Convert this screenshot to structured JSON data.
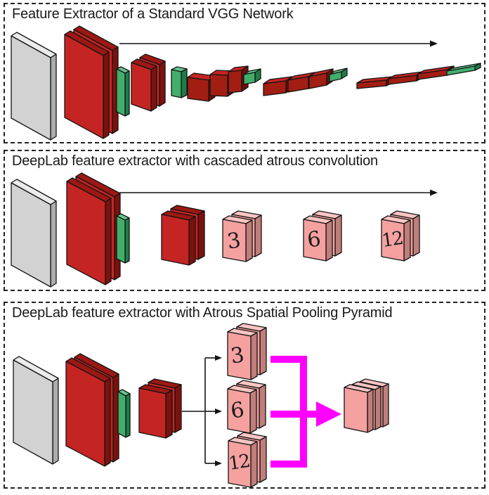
{
  "panel1": {
    "title": "Feature Extractor of a Standard VGG Network"
  },
  "panel2": {
    "title": "DeepLab feature extractor with cascaded atrous convolution",
    "atrous_rates": {
      "r1": "3",
      "r2": "6",
      "r3": "12"
    }
  },
  "panel3": {
    "title": "DeepLab feature extractor with Atrous Spatial Pooling Pyramid",
    "atrous_rates": {
      "r1": "3",
      "r2": "6",
      "r3": "12"
    }
  },
  "colors": {
    "gray": {
      "front": "#D2D2D2",
      "top": "#EBEBEB",
      "side": "#ACACAC"
    },
    "red": {
      "front": "#C52522",
      "top": "#9C1813",
      "side": "#7C120D"
    },
    "darkred": {
      "front": "#A21E13",
      "top": "#C52522",
      "side": "#6F0F08"
    },
    "green": {
      "front": "#41AE6C",
      "top": "#67C68E",
      "side": "#1E7C48"
    },
    "pink": {
      "front": "#F5A1A0",
      "top": "#FAC5C3",
      "side": "#C07E7A"
    },
    "magenta": "#FF00FF",
    "ink": "#141414",
    "title_color": "#1A1A1A"
  }
}
